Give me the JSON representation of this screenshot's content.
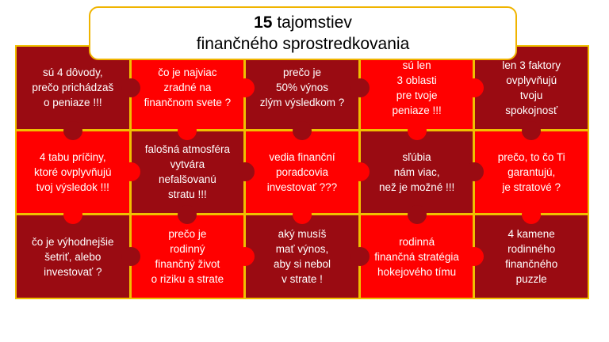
{
  "title": {
    "number": "15",
    "line1_rest": " tajomstiev",
    "line2": "finančného sprostredkovania"
  },
  "colors": {
    "dark": "#9a0b12",
    "red": "#ff0000",
    "border": "#f0c000"
  },
  "tiles": [
    {
      "text": "sú 4 dôvody,\nprečo prichádzaš\no peniaze !!!",
      "tone": "dark"
    },
    {
      "text": "čo je najviac\nzradné na\nfinančnom svete ?",
      "tone": "red"
    },
    {
      "text": "prečo je\n50% výnos\nzlým výsledkom ?",
      "tone": "dark"
    },
    {
      "text": "sú len\n3 oblasti\npre tvoje\npeniaze !!!",
      "tone": "red"
    },
    {
      "text": "len 3 faktory\novplyvňujú\ntvoju\nspokojnosť",
      "tone": "dark"
    },
    {
      "text": "4 tabu príčiny,\nktoré ovplyvňujú\ntvoj výsledok !!!",
      "tone": "red"
    },
    {
      "text": "falošná atmosféra\nvytvára\nnefalšovanú\nstratu !!!",
      "tone": "dark"
    },
    {
      "text": "vedia  finanční\nporadcovia\ninvestovať ???",
      "tone": "red"
    },
    {
      "text": "sľúbia\nnám viac,\nnež je možné !!!",
      "tone": "dark"
    },
    {
      "text": "prečo, to čo Ti\ngarantujú,\nje stratové ?",
      "tone": "red"
    },
    {
      "text": "čo je výhodnejšie\nšetriť, alebo\ninvestovať ?",
      "tone": "dark"
    },
    {
      "text": "prečo je\nrodinný\nfinančný život\no riziku a strate",
      "tone": "red"
    },
    {
      "text": "aký musíš\nmať  výnos,\naby si nebol\nv strate !",
      "tone": "dark"
    },
    {
      "text": "rodinná\nfinančná stratégia\nhokejového tímu",
      "tone": "red"
    },
    {
      "text": "4 kamene\nrodinného\nfinančného\npuzzle",
      "tone": "dark"
    }
  ]
}
